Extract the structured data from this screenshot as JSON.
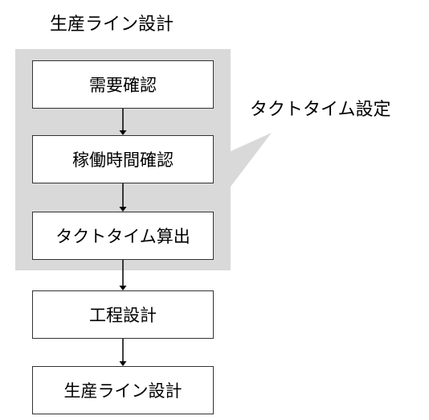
{
  "title": "生産ライン設計",
  "group": {
    "label": "タクトタイム設定",
    "fill": "#d9d9d9"
  },
  "steps": [
    {
      "label": "需要確認"
    },
    {
      "label": "稼働時間確認"
    },
    {
      "label": "タクトタイム算出"
    },
    {
      "label": "工程設計"
    },
    {
      "label": "生産ライン設計"
    }
  ]
}
